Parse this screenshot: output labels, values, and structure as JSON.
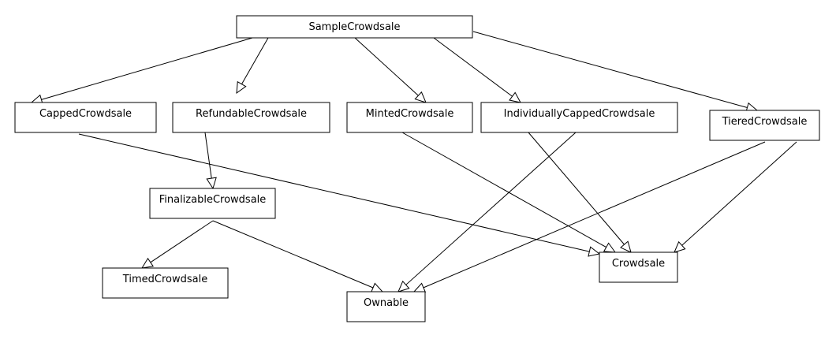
{
  "nodes": {
    "sample": "SampleCrowdsale",
    "capped": "CappedCrowdsale",
    "refundable": "RefundableCrowdsale",
    "minted": "MintedCrowdsale",
    "individually": "IndividuallyCappedCrowdsale",
    "tiered": "TieredCrowdsale",
    "finalizable": "FinalizableCrowdsale",
    "timed": "TimedCrowdsale",
    "ownable": "Ownable",
    "crowdsale": "Crowdsale"
  },
  "edges": [
    {
      "from": "sample",
      "to": "capped"
    },
    {
      "from": "sample",
      "to": "refundable"
    },
    {
      "from": "sample",
      "to": "minted"
    },
    {
      "from": "sample",
      "to": "individually"
    },
    {
      "from": "sample",
      "to": "tiered"
    },
    {
      "from": "refundable",
      "to": "finalizable"
    },
    {
      "from": "finalizable",
      "to": "timed"
    },
    {
      "from": "finalizable",
      "to": "ownable"
    },
    {
      "from": "capped",
      "to": "crowdsale"
    },
    {
      "from": "minted",
      "to": "crowdsale"
    },
    {
      "from": "individually",
      "to": "ownable"
    },
    {
      "from": "individually",
      "to": "crowdsale"
    },
    {
      "from": "tiered",
      "to": "ownable"
    },
    {
      "from": "tiered",
      "to": "crowdsale"
    }
  ]
}
